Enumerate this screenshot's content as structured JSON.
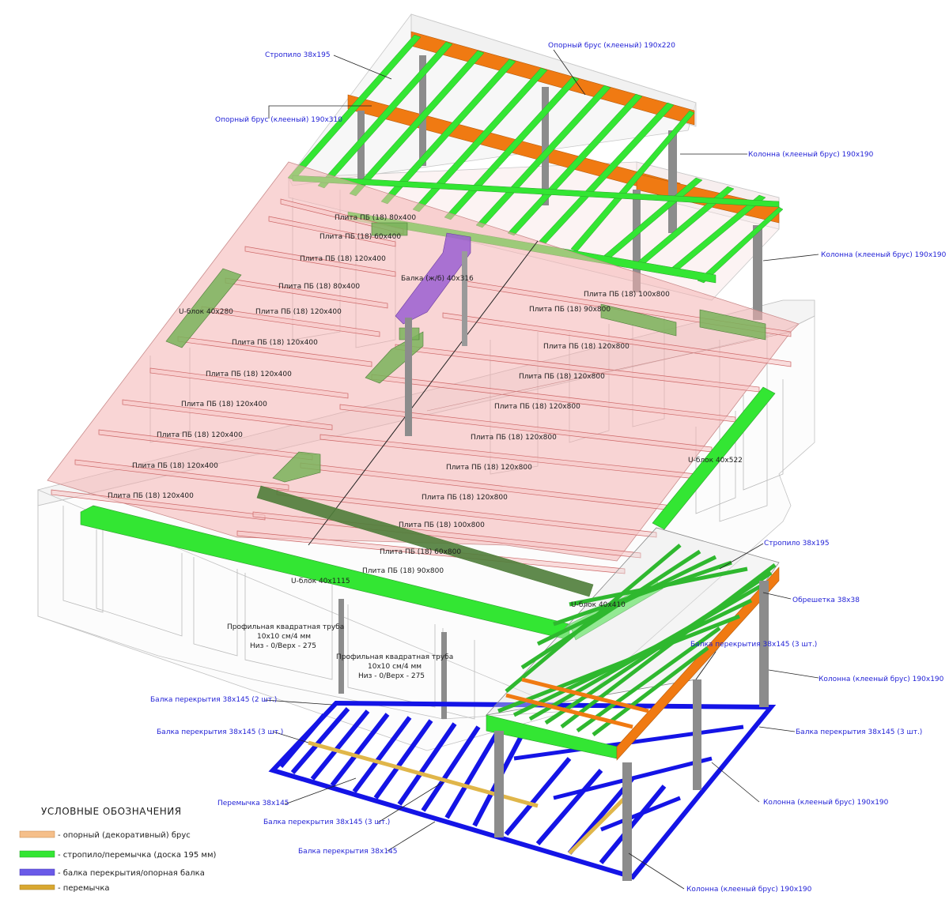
{
  "colors": {
    "decor_beam": "#f07a12",
    "rafter": "#33e633",
    "floor_beam": "#1414e6",
    "lintel": "#e0b64a",
    "slab": "#f4b3b3",
    "column": "#8c8c8c",
    "u_block": "#7ab35a",
    "rc_beam": "#9b5fd1",
    "label_blue": "#1f1fd6",
    "label_black": "#202020"
  },
  "labels_blue": {
    "rafter_top": "Стропило 38х195",
    "glulam_220": "Опорный брус (клееный) 190х220",
    "glulam_310": "Опорный брус (клееный) 190х310",
    "column_1": "Колонна (клееный брус) 190х190",
    "column_2": "Колонна (клееный брус) 190х190",
    "rafter_right": "Стропило 38х195",
    "lathing": "Обрешетка 38х38",
    "floor_beam_3_overlap": "Балка перекрытия 38х145 (3 шт.)",
    "column_3": "Колонна (клееный брус) 190х190",
    "floor_beam_2": "Балка перекрытия 38х145 (2 шт.)",
    "floor_beam_3_left": "Балка перекрытия 38х145 (3 шт.)",
    "floor_beam_3_right": "Балка перекрытия 38х145 (3 шт.)",
    "lintel": "Перемычка 38х145",
    "floor_beam_3_bottom": "Балка перекрытия 38х145 (3 шт.)",
    "floor_beam_single": "Балка перекрытия 38х145",
    "column_4": "Колонна (клееный брус) 190х190",
    "column_5": "Колонна (клееный брус) 190х190"
  },
  "labels_black": {
    "slab_1": "Плита ПБ (18) 80х400",
    "slab_2": "Плита ПБ (18) 60х400",
    "slab_3": "Плита ПБ (18) 120х400",
    "slab_4": "Плита ПБ (18) 80х400",
    "rc_beam": "Балка (ж/б) 40х316",
    "u_block_280": "U-блок 40х280",
    "slab_5": "Плита ПБ (18) 120х400",
    "slab_6": "Плита ПБ (18) 100х800",
    "slab_7": "Плита ПБ (18) 90х800",
    "slab_8": "Плита ПБ (18) 120х400",
    "slab_9": "Плита ПБ (18) 120х800",
    "slab_10": "Плита ПБ (18) 120х400",
    "slab_11": "Плита ПБ (18) 120х800",
    "slab_12": "Плита ПБ (18) 120х400",
    "slab_13": "Плита ПБ (18) 120х800",
    "slab_14": "Плита ПБ (18) 120х400",
    "slab_15": "Плита ПБ (18) 120х800",
    "u_block_522": "U-блок 40х522",
    "slab_16": "Плита ПБ (18) 120х400",
    "slab_17": "Плита ПБ (18) 120х800",
    "slab_18": "Плита ПБ (18) 120х400",
    "slab_19": "Плита ПБ (18) 120х800",
    "slab_20": "Плита ПБ (18) 100х800",
    "slab_21": "Плита ПБ (18) 60х800",
    "slab_22": "Плита ПБ (18) 90х800",
    "u_block_1115": "U-блок 40х1115",
    "u_block_410": "U-блок 40х410",
    "pipe_1_l1": "Профильная квадратная труба",
    "pipe_1_l2": "10х10 см/4 мм",
    "pipe_1_l3": "Низ - 0/Верх - 275",
    "pipe_2_l1": "Профильная квадратная труба",
    "pipe_2_l2": "10х10 см/4 мм",
    "pipe_2_l3": "Низ - 0/Верх - 275"
  },
  "legend": {
    "title": "УСЛОВНЫЕ ОБОЗНАЧЕНИЯ",
    "items": [
      {
        "color": "#f5bf8a",
        "text": "- опорный (декоративный) брус"
      },
      {
        "color": "#33e633",
        "text": "- стропило/перемычка (доска 195 мм)"
      },
      {
        "color": "#6a5ae8",
        "text": "- балка перекрытия/опорная балка"
      },
      {
        "color": "#d9a830",
        "text": "- перемычка"
      }
    ]
  }
}
